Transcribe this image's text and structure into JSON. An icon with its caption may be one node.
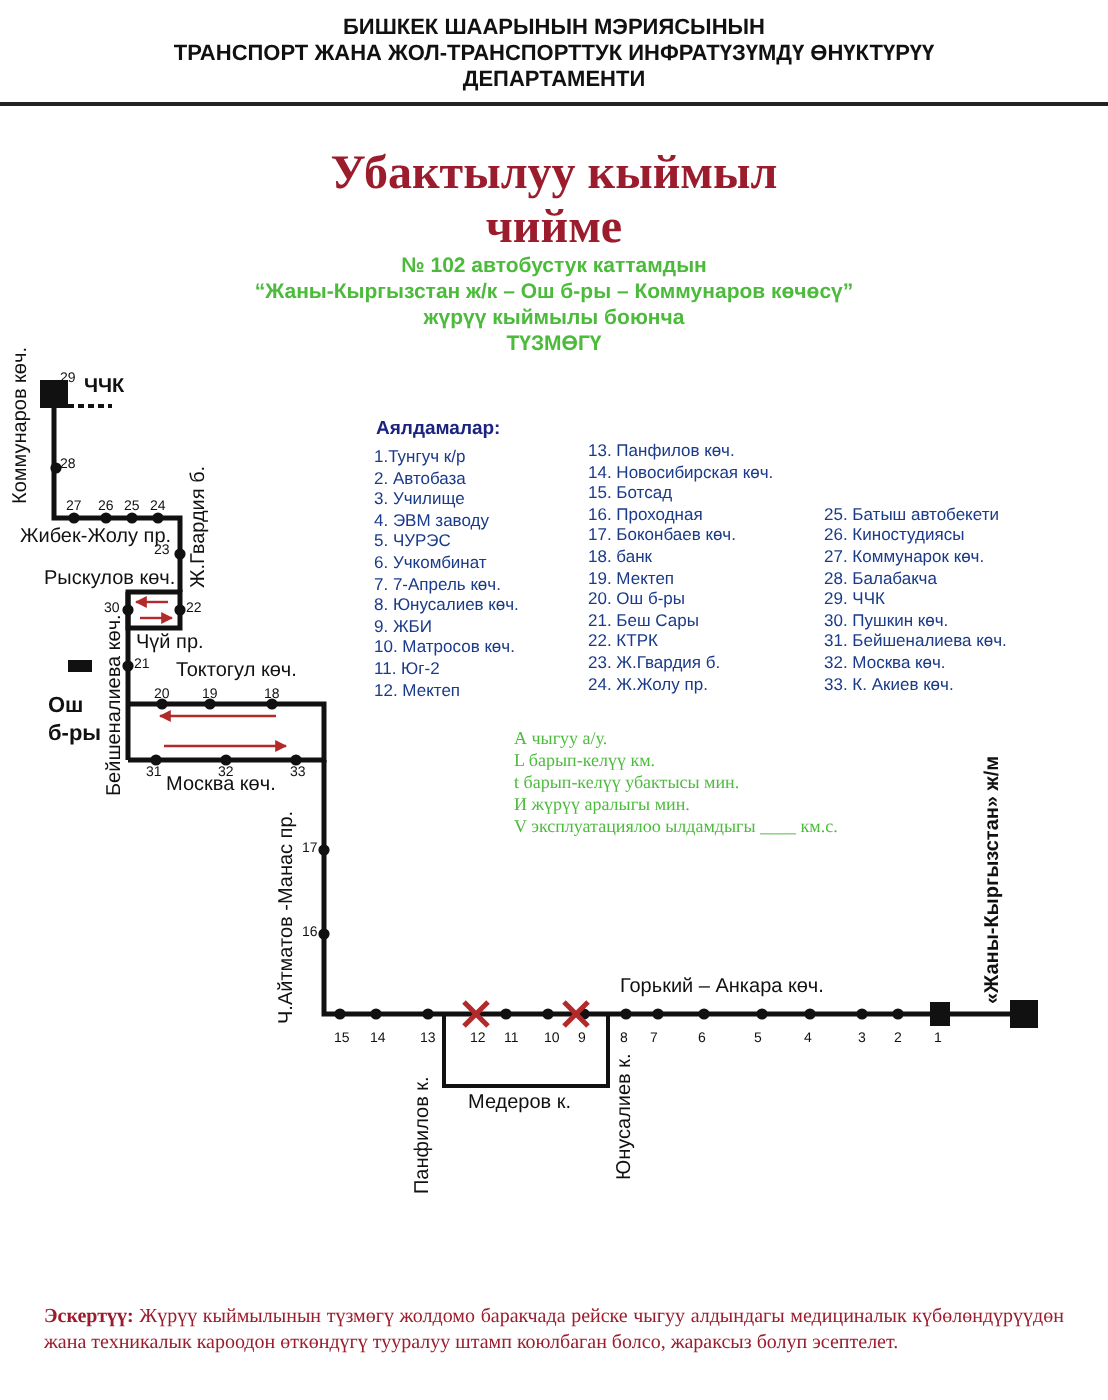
{
  "diagram": {
    "title": "Убактылуу кыймыл чийме",
    "labels": [
      "БИШКЕК ШААРЫНЫН МЭРИЯСЫНЫН",
      "ТРАНСПОРТ ЖАНА ЖОЛ-ТРАНСПОРТТУК ИНФРАТҮЗҮМДҮ ӨНҮКТҮРҮҮ",
      "ДЕПАРТАМЕНТИ",
      "№ 102 автобустук каттамдын",
      "“Жаны-Кыргызстан ж/к – Ош б-ры – Коммунаров көчөсү”",
      "жүрүү кыймылы боюнча",
      "ТҮЗМӨГҮ",
      "29",
      "ЧЧК",
      "Коммунаров көч.",
      "28",
      "27",
      "26",
      "25",
      "24",
      "Жибек-Жолу пр.",
      "Ж.Гвардия б.",
      "23",
      "Рыскулов көч.",
      "30",
      "22",
      "Чүй пр.",
      "21",
      "Токтогул көч.",
      "20",
      "19",
      "18",
      "Ош б-ры",
      "31",
      "32",
      "33",
      "Бейшеналиева көч.",
      "Москва көч.",
      "Аялдамалар:",
      "1.Тунгуч к/р",
      "2. Автобаза",
      "3. Училище",
      "4. ЭВМ заводу",
      "5. ЧУРЭС",
      "6. Учкомбинат",
      "7. 7-Апрель көч.",
      "8. Юнусалиев көч.",
      "9. ЖБИ",
      "10. Матросов көч.",
      "11. Юг-2",
      "12. Мектеп",
      "13. Панфилов көч.",
      "14. Новосибирская көч.",
      "15. Ботсад",
      "16. Проходная",
      "17. Боконбаев көч.",
      "18. банк",
      "19. Мектеп",
      "20. Ош б-ры",
      "21. Беш Сары",
      "22. КТРК",
      "23. Ж.Гвардия б.",
      "24. Ж.Жолу пр.",
      "25. Батыш автобекети",
      "26. Киностудиясы",
      "27. Коммунарок көч.",
      "28. Балабакча",
      "29. ЧЧК",
      "30. Пушкин көч.",
      "31. Бейшеналиева көч.",
      "32. Москва көч.",
      "33. К. Акиев көч.",
      "Ч.Айтматов -Манас пр.",
      "17",
      "16",
      "А чыгуу а/у.",
      "L барып-келүү км.",
      "t барып-келүү убактысы мин.",
      "И жүрүү аралыгы мин.",
      "V эксплуатациялоо ылдамдыгы ____ км.с.",
      "«Жаны-Кыргызстан» ж/м",
      "Горький – Анкара көч.",
      "15",
      "14",
      "13",
      "12",
      "11",
      "10",
      "9",
      "8",
      "7",
      "6",
      "5",
      "4",
      "3",
      "2",
      "1",
      "Панфилов к.",
      "Медеров к.",
      "Юнусалиев к.",
      "**Эскертүү:** Жүрүү кыймылынын түзмөгү жолдомо баракчада рейске чыгуу алдындагы медициналык күбөлөндүрүүдөн жана техникалык кароодон өткөндүгү тууралуу штамп коюлбаган болсо, жараксыз болуп эсептелет."
    ]
  }
}
